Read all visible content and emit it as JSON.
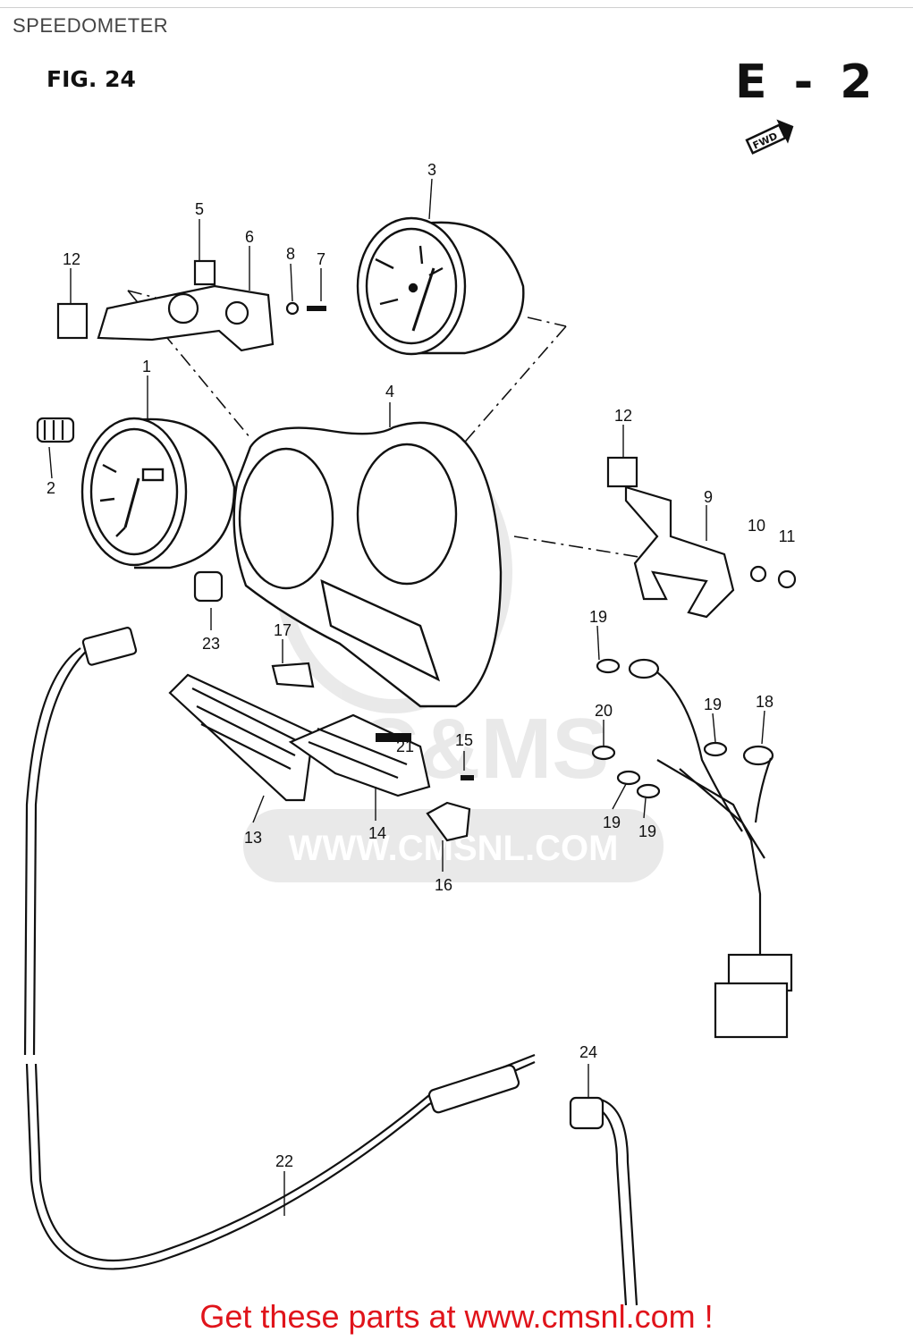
{
  "header": {
    "title": "SPEEDOMETER"
  },
  "figure": {
    "label": "FIG. 24",
    "model_code": "E - 2",
    "direction_mark": "FWD"
  },
  "watermark": {
    "text": "WWW.CMSNL.COM",
    "logo": "C&MS"
  },
  "callouts": [
    {
      "id": "c1",
      "text": "1"
    },
    {
      "id": "c2",
      "text": "2"
    },
    {
      "id": "c3",
      "text": "3"
    },
    {
      "id": "c4",
      "text": "4"
    },
    {
      "id": "c5",
      "text": "5"
    },
    {
      "id": "c6",
      "text": "6"
    },
    {
      "id": "c7",
      "text": "7"
    },
    {
      "id": "c8",
      "text": "8"
    },
    {
      "id": "c9",
      "text": "9"
    },
    {
      "id": "c10",
      "text": "10"
    },
    {
      "id": "c11",
      "text": "11"
    },
    {
      "id": "c12a",
      "text": "12"
    },
    {
      "id": "c12b",
      "text": "12"
    },
    {
      "id": "c13",
      "text": "13"
    },
    {
      "id": "c14",
      "text": "14"
    },
    {
      "id": "c15",
      "text": "15"
    },
    {
      "id": "c16",
      "text": "16"
    },
    {
      "id": "c17",
      "text": "17"
    },
    {
      "id": "c18",
      "text": "18"
    },
    {
      "id": "c19a",
      "text": "19"
    },
    {
      "id": "c19b",
      "text": "19"
    },
    {
      "id": "c19c",
      "text": "19"
    },
    {
      "id": "c19d",
      "text": "19"
    },
    {
      "id": "c20",
      "text": "20"
    },
    {
      "id": "c21",
      "text": "21"
    },
    {
      "id": "c22",
      "text": "22"
    },
    {
      "id": "c23",
      "text": "23"
    },
    {
      "id": "c24",
      "text": "24"
    }
  ],
  "footer": {
    "cta": "Get these parts at www.cmsnl.com !"
  }
}
